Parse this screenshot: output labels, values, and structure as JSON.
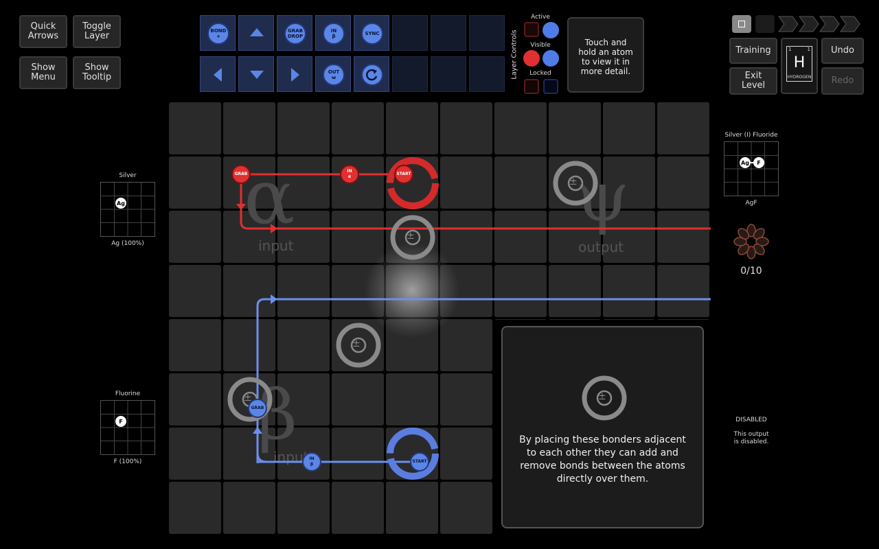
{
  "left_buttons": {
    "quick_arrows": "Quick\nArrows",
    "toggle_layer": "Toggle\nLayer",
    "show_menu": "Show\nMenu",
    "show_tooltip": "Show\nTooltip"
  },
  "tools": {
    "bond_plus": "BOND\n+",
    "grab_drop": "GRAB\nDROP",
    "in_beta": "IN\nβ",
    "sync": "SYNC",
    "out_omega": "OUT\nω"
  },
  "layer_controls": {
    "title": "Layer Controls",
    "active": "Active",
    "visible": "Visible",
    "locked": "Locked"
  },
  "info_box": "Touch and\nhold an atom\nto view it in\nmore detail.",
  "right_buttons": {
    "training": "Training",
    "undo": "Undo",
    "exit_level": "Exit\nLevel",
    "redo": "Redo"
  },
  "element_card": {
    "number_left": "1",
    "number_right": "1",
    "symbol": "H",
    "name": "HYDROGEN"
  },
  "inputs": {
    "silver": {
      "title": "Silver",
      "atom": "Ag",
      "caption": "Ag (100%)"
    },
    "fluorine": {
      "title": "Fluorine",
      "atom": "F",
      "caption": "F (100%)"
    }
  },
  "outputs": {
    "silver_fluoride": {
      "title": "Silver (I) Fluoride",
      "atom1": "Ag",
      "atom2": "F",
      "caption": "AgF"
    },
    "disabled": {
      "title": "DISABLED",
      "caption": "This output\nis disabled."
    }
  },
  "progress": "0/10",
  "zones": {
    "alpha_symbol": "α",
    "alpha_label": "input",
    "psi_symbol": "ψ",
    "psi_label": "output",
    "beta_symbol": "β",
    "beta_label": "input"
  },
  "waldo_labels": {
    "red_grab": "GRAB",
    "red_in": "IN\nα",
    "red_start": "START",
    "blue_grab": "GRAB",
    "blue_in": "IN\nβ",
    "blue_start": "START"
  },
  "bonder_symbol": "±",
  "tooltip": "By placing these bonders adjacent\nto each other they can add and\nremove bonds between the atoms\ndirectly over them.",
  "colors": {
    "red": "#e03030",
    "blue": "#6b8ff0",
    "cell": "#2a2a2a"
  }
}
